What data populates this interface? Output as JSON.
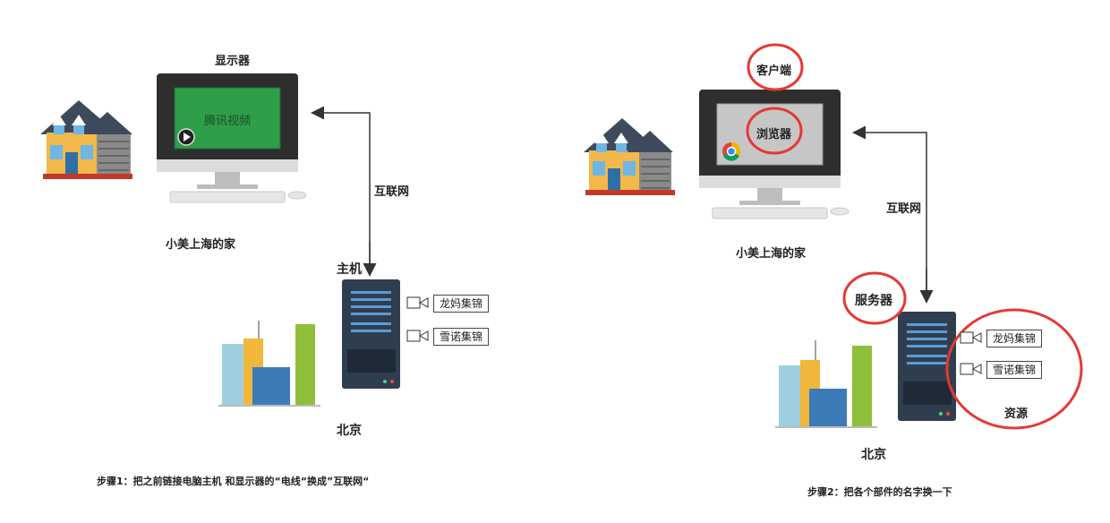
{
  "panel1": {
    "monitor_label": "显示器",
    "screen_text": "腾讯视频",
    "internet_label": "互联网",
    "home_label": "小美上海的家",
    "host_label": "主机",
    "resources": [
      "龙妈集锦",
      "雪诺集锦"
    ],
    "city_label": "北京",
    "step_text": "步骤1：把之前链接电脑主机 和显示器的“电线“换成”互联网“"
  },
  "panel2": {
    "client_label": "客户端",
    "browser_label": "浏览器",
    "internet_label": "互联网",
    "home_label": "小美上海的家",
    "server_label": "服务器",
    "resources": [
      "龙妈集锦",
      "雪诺集锦"
    ],
    "resources_label": "资源",
    "city_label": "北京",
    "step_text": "步骤2：把各个部件的名字换一下"
  },
  "colors": {
    "highlight_circle": "#e53935",
    "screen_green": "#2e9e48",
    "screen_gray": "#c6c6c6",
    "server_body": "#2f3e4e",
    "arrow": "#333333"
  },
  "icons": [
    "house-icon",
    "monitor-icon",
    "keyboard-icon",
    "mouse-icon",
    "play-icon",
    "browser-icon",
    "server-icon",
    "city-icon",
    "video-camera-icon"
  ]
}
